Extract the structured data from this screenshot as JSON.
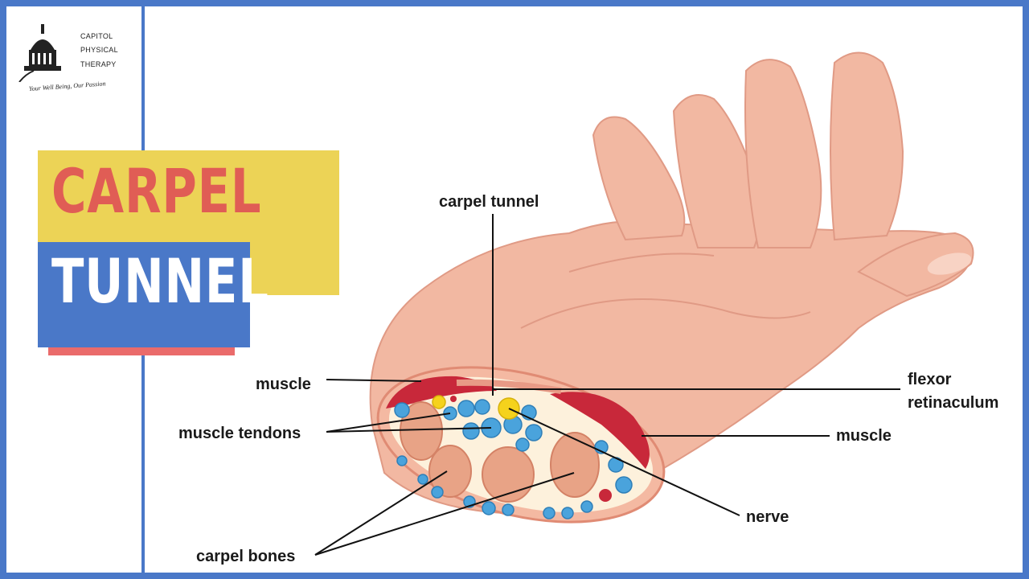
{
  "logo": {
    "line1": "CAPITOL",
    "line2": "PHYSICAL",
    "line3": "THERAPY",
    "tagline": "Your Well Being, Our Passion"
  },
  "title": {
    "word1": "CARPEL",
    "word2": "TUNNEL"
  },
  "labels": {
    "carpel_tunnel": "carpel tunnel",
    "muscle_left": "muscle",
    "muscle_tendons": "muscle tendons",
    "carpel_bones": "carpel bones",
    "flexor_line1": "flexor",
    "flexor_line2": "retinaculum",
    "muscle_right": "muscle",
    "nerve": "nerve"
  },
  "colors": {
    "frame": "#4a78c8",
    "title_yellow": "#ecd356",
    "title_red": "#e05d55",
    "skin": "#f2b8a2",
    "muscle": "#c8283a",
    "tendon": "#4aa3dc",
    "nerve": "#f5d21c"
  }
}
